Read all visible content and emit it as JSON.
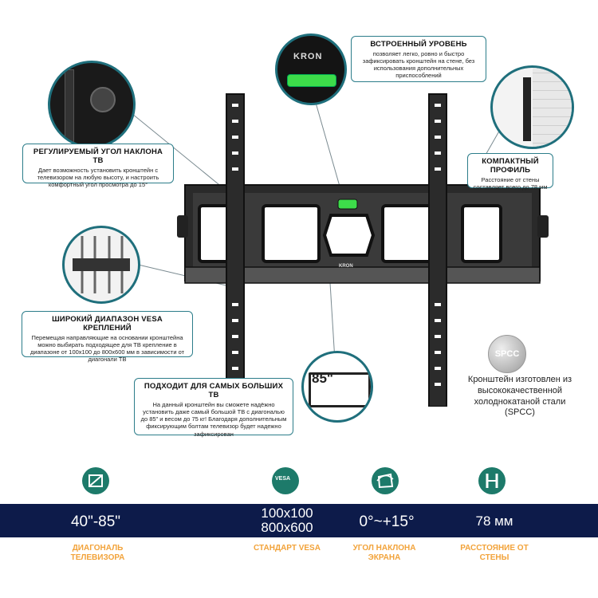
{
  "brand": {
    "logo_text": "KRON",
    "plate_text": "KRON"
  },
  "callouts": {
    "level": {
      "title": "ВСТРОЕННЫЙ УРОВЕНЬ",
      "text": "позволяет легко, ровно и быстро зафиксировать кронштейн на стене, без использования дополнительных приспособлений"
    },
    "tilt": {
      "title": "РЕГУЛИРУЕМЫЙ УГОЛ НАКЛОНА ТВ",
      "text": "Дает возможность установить кронштейн с телевизором на любую высоту, и настроить комфортный угол просмотра до 15°"
    },
    "profile": {
      "title": "КОМПАКТНЫЙ ПРОФИЛЬ",
      "text": "Расстояние от стены составляет всего до 78 мм"
    },
    "vesa": {
      "title": "ШИРОКИЙ ДИАПАЗОН VESA КРЕПЛЕНИЙ",
      "text": "Перемещая направляющие на основании кронштейна можно выбирать подходящее для ТВ крепление в диапазоне от 100x100 до 800x600 мм в зависимости от диагонали ТВ"
    },
    "largest": {
      "title": "ПОДХОДИТ ДЛЯ САМЫХ БОЛЬШИХ ТВ",
      "text": "На данный кронштейн вы сможете надёжно установить даже самый большой ТВ с диагональю до 85\" и весом до 75 кг! Благодаря дополнительным фиксирующим болтам телевизор будет надежно зафиксирован"
    }
  },
  "size_badge": "85\"",
  "spcc": {
    "badge": "SPCC",
    "text": "Кронштейн изготовлен из высококачественной холоднокатаной стали (SPCC)"
  },
  "features": [
    {
      "icon": "diagonal-icon",
      "value": "40\"-85\"",
      "label": "ДИАГОНАЛЬ ТЕЛЕВИЗОРА"
    },
    {
      "icon": "vesa-icon",
      "value": "100x100\n800x600",
      "label": "СТАНДАРТ VESA",
      "icon_text": "VESA"
    },
    {
      "icon": "tilt-angle-icon",
      "value": "0°~+15°",
      "label": "УГОЛ НАКЛОНА ЭКРАНА"
    },
    {
      "icon": "wall-distance-icon",
      "value": "78 мм",
      "label": "РАССТОЯНИЕ ОТ СТЕНЫ"
    }
  ],
  "colors": {
    "accent_teal": "#1f6f7c",
    "bar_navy": "#0d1b4a",
    "label_orange": "#f2a33a",
    "level_green": "#3ddc4a"
  }
}
